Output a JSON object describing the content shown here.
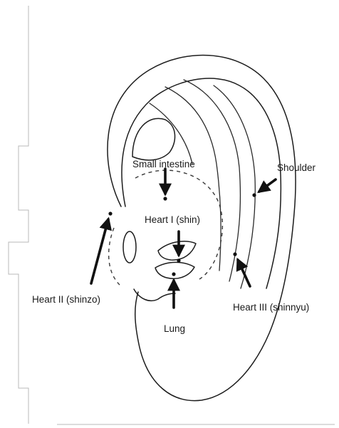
{
  "labels": {
    "small_intestine": "Small intestine",
    "shoulder": "Shoulder",
    "heart_1": "Heart I (shin)",
    "heart_2": "Heart II (shinzo)",
    "heart_3": "Heart III (shinnyu)",
    "lung": "Lung"
  }
}
